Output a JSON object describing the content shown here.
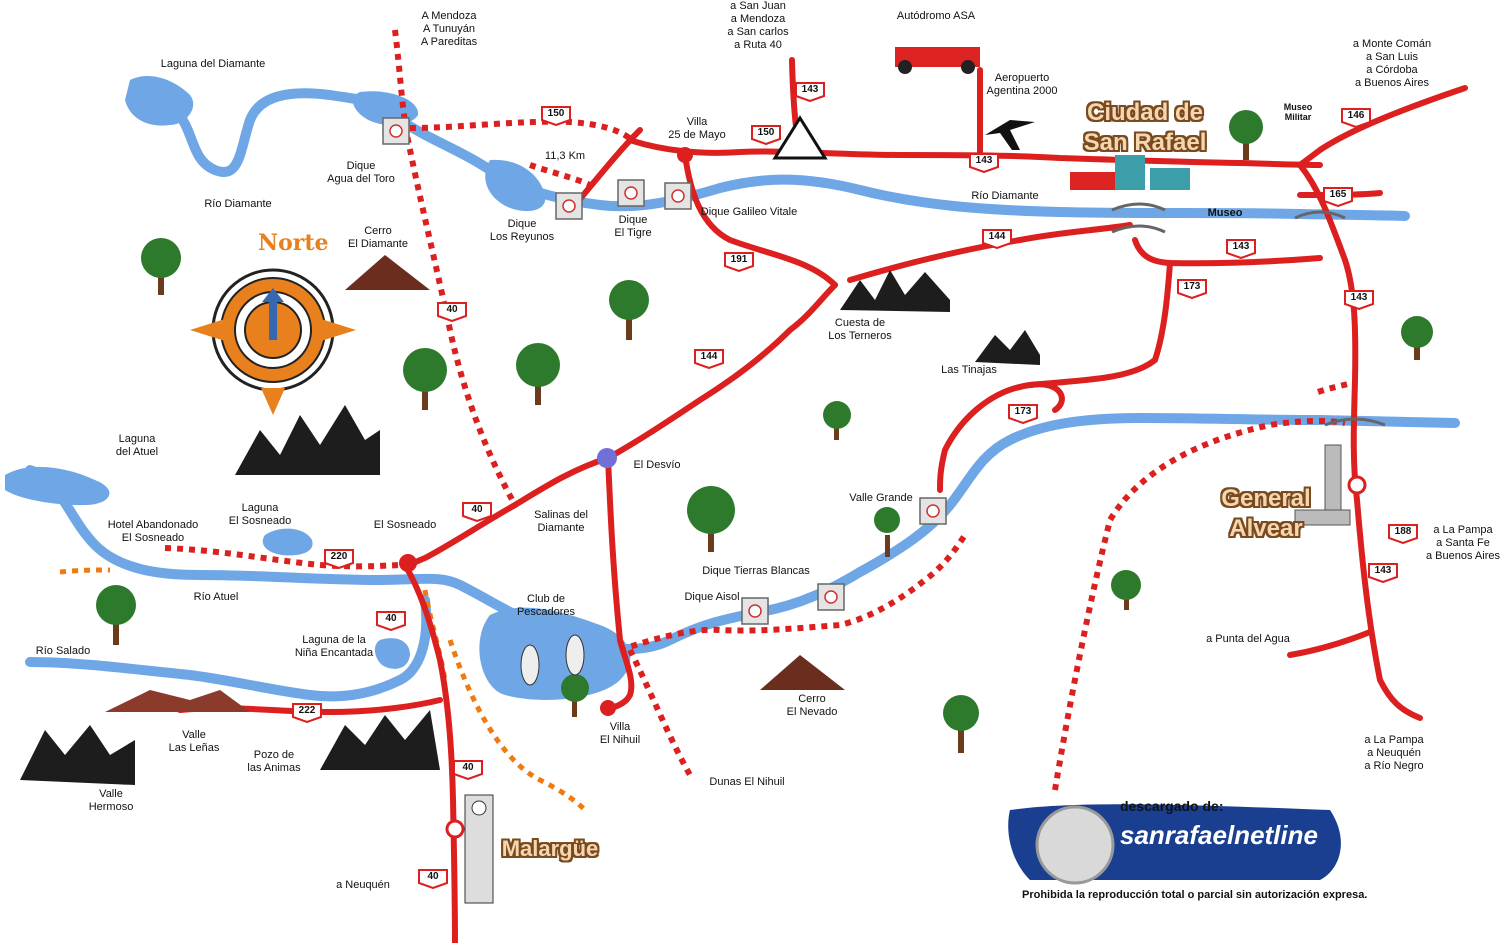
{
  "colors": {
    "route": "#dc2020",
    "river": "#6fa7e6",
    "tree": "#2d7a2d",
    "trunk": "#6b3b1b",
    "compass": "#e8801e"
  },
  "compass": {
    "label": "Norte"
  },
  "route_shields": [
    {
      "id": "r150a",
      "num": "150"
    },
    {
      "id": "r150b",
      "num": "150"
    },
    {
      "id": "r143a",
      "num": "143"
    },
    {
      "id": "r143b",
      "num": "143"
    },
    {
      "id": "r146",
      "num": "146"
    },
    {
      "id": "r165",
      "num": "165"
    },
    {
      "id": "r144a",
      "num": "144"
    },
    {
      "id": "r143c",
      "num": "143"
    },
    {
      "id": "r191",
      "num": "191"
    },
    {
      "id": "r173a",
      "num": "173"
    },
    {
      "id": "r143d",
      "num": "143"
    },
    {
      "id": "r144b",
      "num": "144"
    },
    {
      "id": "r40a",
      "num": "40"
    },
    {
      "id": "r173b",
      "num": "173"
    },
    {
      "id": "r40b",
      "num": "40"
    },
    {
      "id": "r220",
      "num": "220"
    },
    {
      "id": "r188",
      "num": "188"
    },
    {
      "id": "r143e",
      "num": "143"
    },
    {
      "id": "r40c",
      "num": "40"
    },
    {
      "id": "r222",
      "num": "222"
    },
    {
      "id": "r40d",
      "num": "40"
    },
    {
      "id": "r40e",
      "num": "40"
    }
  ],
  "labels": [
    {
      "id": "mendoza",
      "lines": [
        "A Mendoza",
        "A Tunuyán",
        "A Pareditas"
      ]
    },
    {
      "id": "sanjuan",
      "lines": [
        "a San Juan",
        "a Mendoza",
        "a San carlos",
        "a Ruta 40"
      ]
    },
    {
      "id": "autodromo",
      "lines": [
        "Autódromo ASA"
      ]
    },
    {
      "id": "aeropuerto",
      "lines": [
        "Aeropuerto",
        "Agentina 2000"
      ]
    },
    {
      "id": "montecoman",
      "lines": [
        "a Monte Comán",
        "a San Luis",
        "a Córdoba",
        "a Buenos Aires"
      ]
    },
    {
      "id": "laguna-diamante",
      "lines": [
        "Laguna del Diamante"
      ]
    },
    {
      "id": "rio-diamante-w",
      "lines": [
        "Río Diamante"
      ]
    },
    {
      "id": "dique-toro",
      "lines": [
        "Dique",
        "Agua del Toro"
      ]
    },
    {
      "id": "km",
      "lines": [
        "11,3 Km"
      ]
    },
    {
      "id": "villa25",
      "lines": [
        "Villa",
        "25 de Mayo"
      ]
    },
    {
      "id": "museo-militar",
      "lines": [
        "Museo",
        "Militar"
      ]
    },
    {
      "id": "dique-reyunos",
      "lines": [
        "Dique",
        "Los Reyunos"
      ]
    },
    {
      "id": "dique-tigre",
      "lines": [
        "Dique",
        "El Tigre"
      ]
    },
    {
      "id": "dique-galileo",
      "lines": [
        "Dique Galileo Vitale"
      ]
    },
    {
      "id": "rio-diamante-e",
      "lines": [
        "Río Diamante"
      ]
    },
    {
      "id": "museo",
      "lines": [
        "Museo"
      ]
    },
    {
      "id": "cerro-diamante",
      "lines": [
        "Cerro",
        "El Diamante"
      ]
    },
    {
      "id": "cuesta",
      "lines": [
        "Cuesta de",
        "Los Terneros"
      ]
    },
    {
      "id": "las-tinajas",
      "lines": [
        "Las Tinajas"
      ]
    },
    {
      "id": "laguna-atuel",
      "lines": [
        "Laguna",
        "del Atuel"
      ]
    },
    {
      "id": "el-desvio",
      "lines": [
        "El Desvío"
      ]
    },
    {
      "id": "valle-grande",
      "lines": [
        "Valle Grande"
      ]
    },
    {
      "id": "laguna-sosneado",
      "lines": [
        "Laguna",
        "El Sosneado"
      ]
    },
    {
      "id": "el-sosneado",
      "lines": [
        "El Sosneado"
      ]
    },
    {
      "id": "hotel",
      "lines": [
        "Hotel Abandonado",
        "El Sosneado"
      ]
    },
    {
      "id": "salinas",
      "lines": [
        "Salinas del",
        "Diamante"
      ]
    },
    {
      "id": "rio-atuel",
      "lines": [
        "Río Atuel"
      ]
    },
    {
      "id": "club",
      "lines": [
        "Club de",
        "Pescadores"
      ]
    },
    {
      "id": "dique-tierras",
      "lines": [
        "Dique Tierras Blancas"
      ]
    },
    {
      "id": "dique-aisol",
      "lines": [
        "Dique Aisol"
      ]
    },
    {
      "id": "la-pampa-sf",
      "lines": [
        "a La Pampa",
        "a Santa Fe",
        "a Buenos Aires"
      ]
    },
    {
      "id": "rio-salado",
      "lines": [
        "Río Salado"
      ]
    },
    {
      "id": "laguna-nina",
      "lines": [
        "Laguna de la",
        "Niña Encantada"
      ]
    },
    {
      "id": "punta-agua",
      "lines": [
        "a Punta del Agua"
      ]
    },
    {
      "id": "cerro-nevado",
      "lines": [
        "Cerro",
        "El Nevado"
      ]
    },
    {
      "id": "valle-lenas",
      "lines": [
        "Valle",
        "Las Leñas"
      ]
    },
    {
      "id": "pozo",
      "lines": [
        "Pozo de",
        "las Animas"
      ]
    },
    {
      "id": "villa-nihuil",
      "lines": [
        "Villa",
        "El Nihuil"
      ]
    },
    {
      "id": "la-pampa-nq",
      "lines": [
        "a La Pampa",
        "a Neuquén",
        "a Río Negro"
      ]
    },
    {
      "id": "dunas",
      "lines": [
        "Dunas El Nihuil"
      ]
    },
    {
      "id": "valle-hermoso",
      "lines": [
        "Valle",
        "Hermoso"
      ]
    },
    {
      "id": "a-neuquen",
      "lines": [
        "a Neuquén"
      ]
    }
  ],
  "cities": [
    {
      "id": "san-rafael",
      "lines": [
        "Ciudad de",
        "San Rafael"
      ]
    },
    {
      "id": "general-alvear",
      "lines": [
        "General",
        "Alvear"
      ]
    },
    {
      "id": "malargue",
      "lines": [
        "Malargüe"
      ]
    }
  ],
  "credit": {
    "heading": "descargado de:",
    "brand": "sanrafaelnetline",
    "notice": "Prohibida la reproducción total o parcial sin autorización expresa."
  }
}
